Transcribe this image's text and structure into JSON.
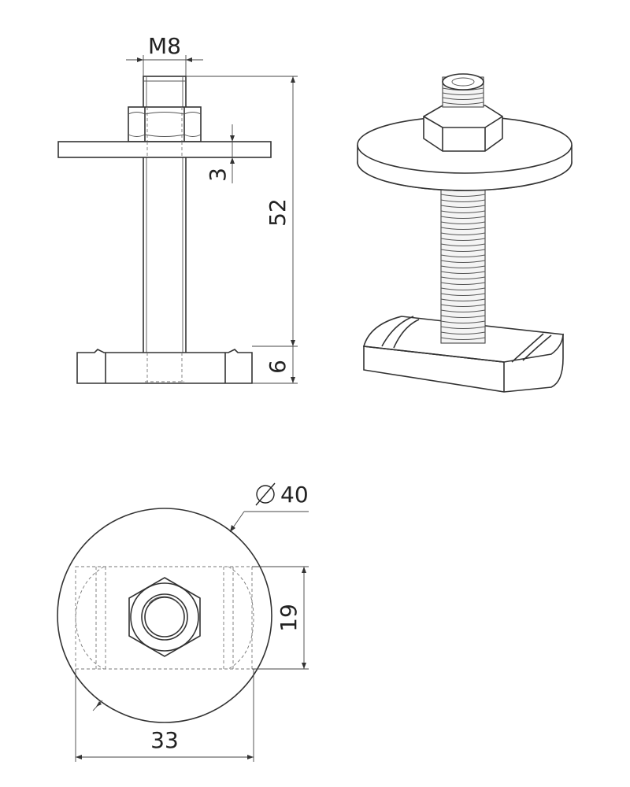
{
  "dimensions": {
    "thread_size": "M8",
    "washer_thickness": "3",
    "overall_height": "52",
    "base_height": "6",
    "washer_diameter_symbol": "∅",
    "washer_diameter": "40",
    "base_width": "19",
    "base_length": "33"
  },
  "colors": {
    "line": "#333333",
    "text": "#222222",
    "hidden_line": "#777777"
  }
}
